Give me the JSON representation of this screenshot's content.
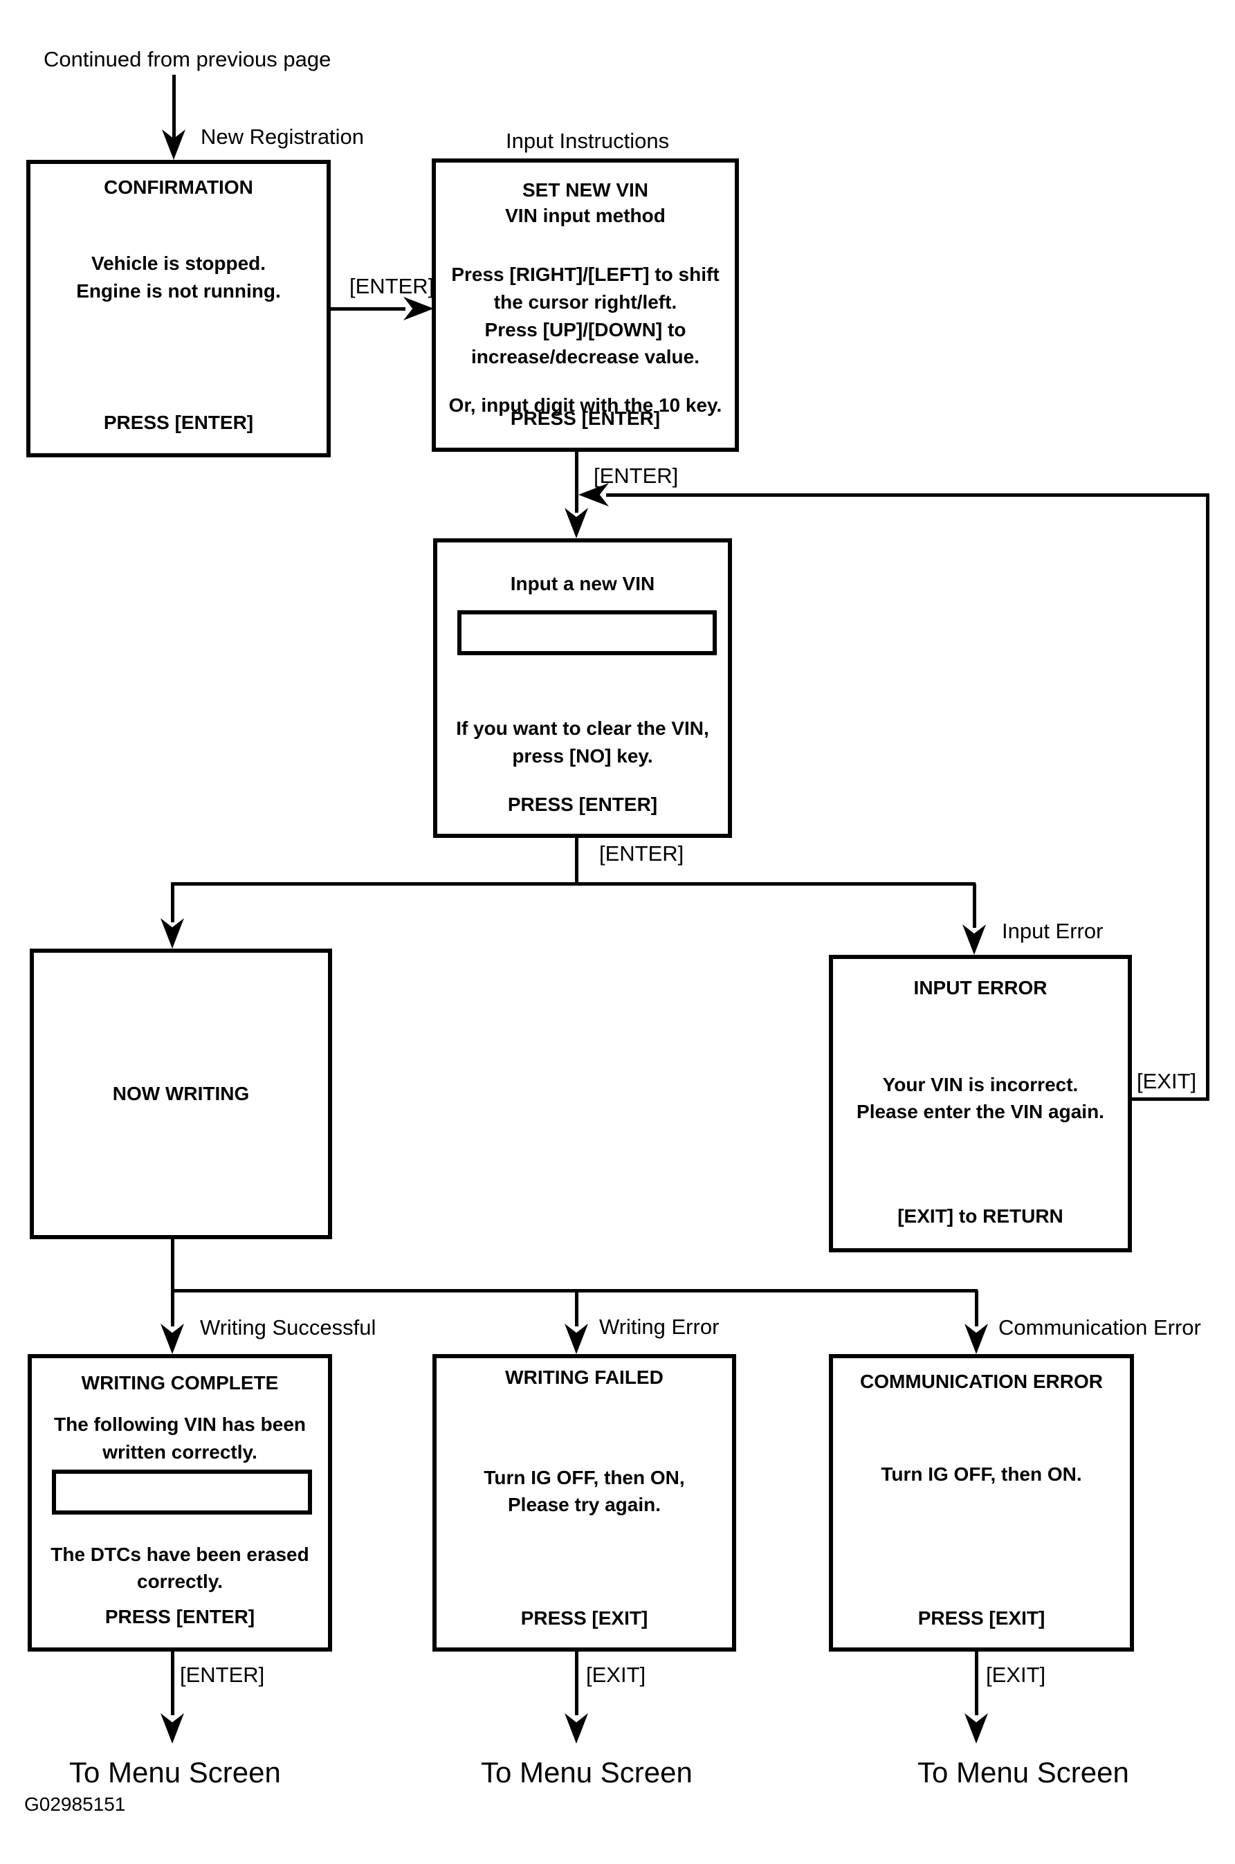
{
  "labels": {
    "continued_from": "Continued from previous page",
    "figure_code": "G02985151"
  },
  "edge_labels": {
    "new_registration": "New Registration",
    "input_instructions": "Input Instructions",
    "enter_confirm_to_instructions": "[ENTER]",
    "enter_instructions_to_input": "[ENTER]",
    "enter_input_to_branch": "[ENTER]",
    "exit_return": "[EXIT]",
    "input_error": "Input Error",
    "writing_successful": "Writing Successful",
    "writing_error": "Writing Error",
    "communication_error": "Communication Error",
    "enter_complete_to_menu": "[ENTER]",
    "exit_failed_to_menu": "[EXIT]",
    "exit_comm_to_menu": "[EXIT]",
    "to_menu_screen_1": "To Menu Screen",
    "to_menu_screen_2": "To Menu Screen",
    "to_menu_screen_3": "To Menu Screen"
  },
  "boxes": {
    "confirmation": {
      "title": "CONFIRMATION",
      "body": [
        "Vehicle is stopped.",
        "Engine is not running."
      ],
      "footer": "PRESS [ENTER]"
    },
    "set_new_vin": {
      "title_lines": [
        "SET NEW VIN",
        "VIN input method"
      ],
      "instructions": [
        "Press [RIGHT]/[LEFT] to shift",
        "the cursor right/left.",
        "Press [UP]/[DOWN] to",
        "increase/decrease value."
      ],
      "alt_line": "Or, input digit with the 10 key.",
      "footer": "PRESS [ENTER]"
    },
    "input_new_vin": {
      "title": "Input a new VIN",
      "input_value": "",
      "body": [
        "If you want to clear the VIN,",
        "press [NO] key."
      ],
      "footer": "PRESS [ENTER]"
    },
    "now_writing": {
      "title": "NOW WRITING"
    },
    "input_error": {
      "title": "INPUT ERROR",
      "body": [
        "Your VIN is incorrect.",
        "Please enter the VIN again."
      ],
      "footer": "[EXIT] to RETURN"
    },
    "writing_complete": {
      "title": "WRITING COMPLETE",
      "body_top": [
        "The following VIN has been",
        "written correctly."
      ],
      "vin_value": "",
      "body_bottom": [
        "The DTCs have been erased",
        "correctly."
      ],
      "footer": "PRESS [ENTER]"
    },
    "writing_failed": {
      "title": "WRITING FAILED",
      "body": [
        "Turn IG OFF, then ON,",
        "Please try again."
      ],
      "footer": "PRESS [EXIT]"
    },
    "communication_error": {
      "title": "COMMUNICATION ERROR",
      "body": [
        "Turn IG OFF, then ON."
      ],
      "footer": "PRESS [EXIT]"
    }
  }
}
